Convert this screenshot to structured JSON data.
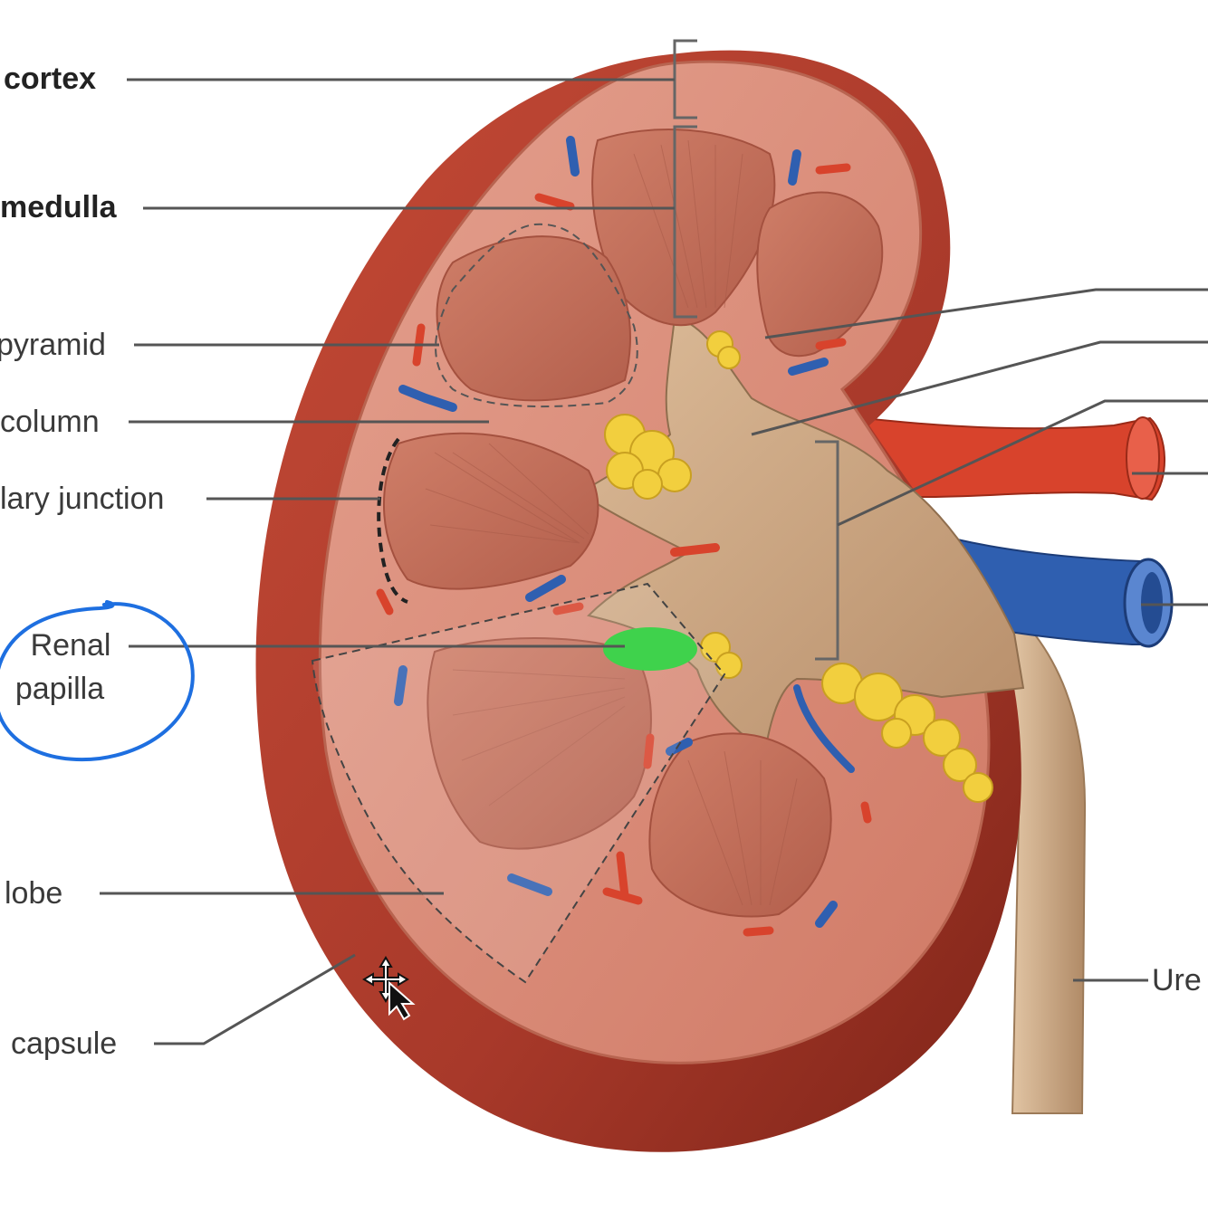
{
  "labels": {
    "cortex": "cortex",
    "medulla": "medulla",
    "pyramid": "pyramid",
    "column": "column",
    "junction": "lary junction",
    "papilla_line1": "Renal",
    "papilla_line2": "papilla",
    "lobe": "l lobe",
    "capsule": "capsule",
    "ureter": "Ure"
  },
  "colors": {
    "capsule": "#a8392a",
    "cortex": "#d98a78",
    "medulla_pyramid": "#c46e5a",
    "sinus": "#c9a27e",
    "fat": "#f2cf3e",
    "artery": "#d8432c",
    "vein": "#2f5fb0",
    "annotation_circle": "#1e6fe0",
    "highlight": "#3fd24c",
    "leader_line": "#555555"
  },
  "icons": {
    "cursor": "move-cursor-icon"
  }
}
